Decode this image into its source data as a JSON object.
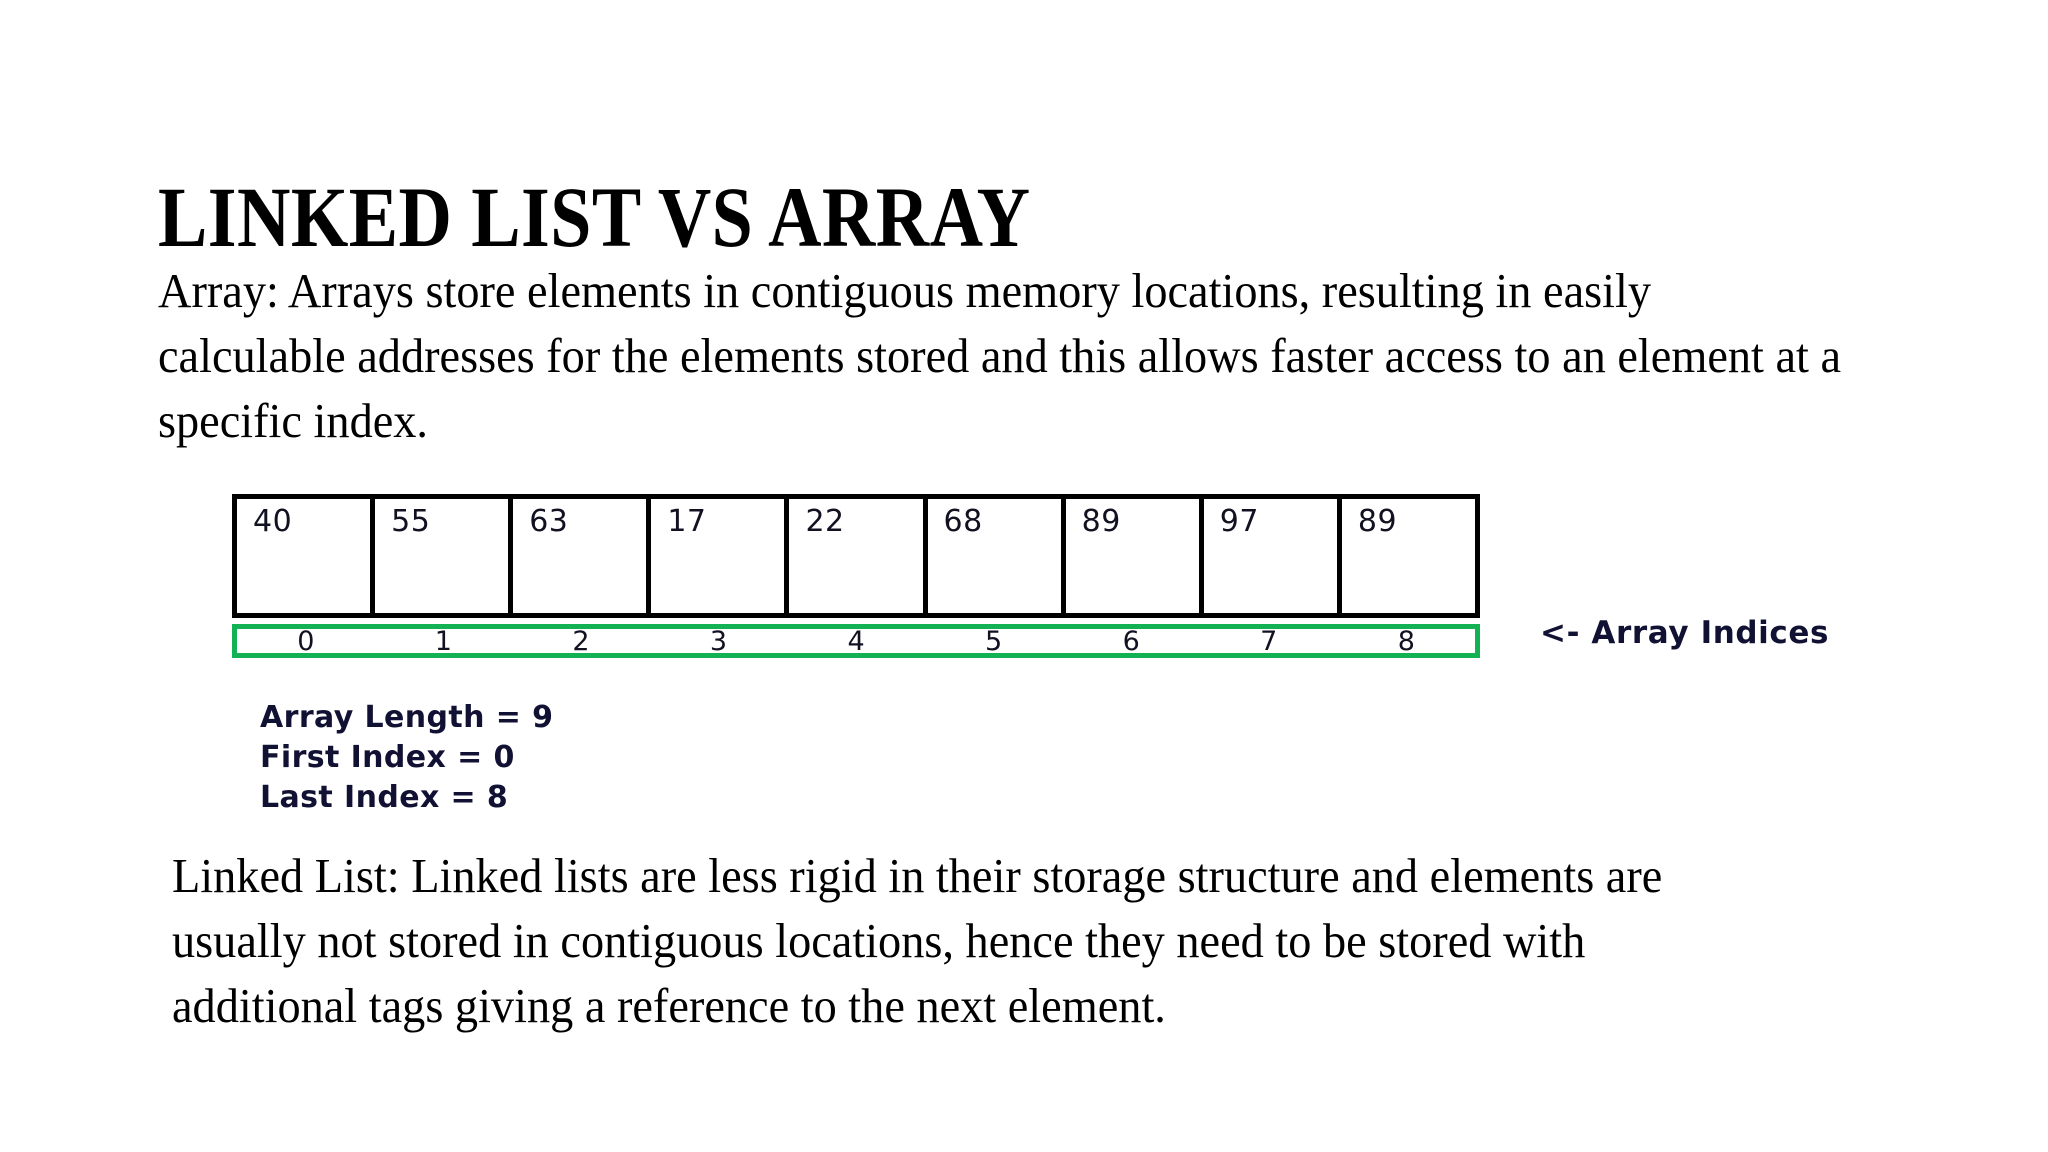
{
  "slide": {
    "title": "LINKED LIST VS ARRAY",
    "background_color": "#ffffff",
    "text_color": "#000000"
  },
  "paragraphs": {
    "array": "Array: Arrays store elements in contiguous memory locations, resulting in easily calculable addresses for the elements stored and this allows faster access to an element at a specific index.",
    "linked_list": "Linked List: Linked lists are less rigid in their storage structure and elements are usually not stored in contiguous locations, hence they need to be stored with additional tags giving a reference to the next element."
  },
  "figure": {
    "border_color": "#000000",
    "index_bar_color": "#12b254",
    "cells": [
      {
        "value": "40",
        "index": "0"
      },
      {
        "value": "55",
        "index": "1"
      },
      {
        "value": "63",
        "index": "2"
      },
      {
        "value": "17",
        "index": "3"
      },
      {
        "value": "22",
        "index": "4"
      },
      {
        "value": "68",
        "index": "5"
      },
      {
        "value": "89",
        "index": "6"
      },
      {
        "value": "97",
        "index": "7"
      },
      {
        "value": "89",
        "index": "8"
      }
    ],
    "indices_label": "<- Array Indices",
    "stats": [
      "Array Length = 9",
      "First Index = 0",
      "Last Index = 8"
    ]
  }
}
